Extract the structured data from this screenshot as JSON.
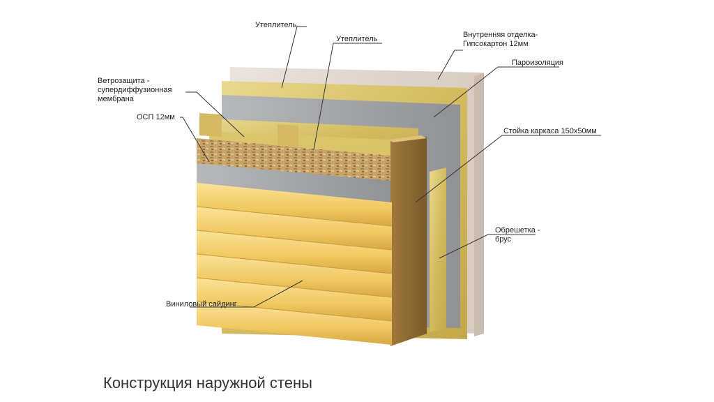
{
  "caption": "Конструкция наружной стены",
  "labels": {
    "insulation_top": "Утеплитель",
    "insulation_mid": "Утеплитель",
    "interior_line1": "Внутренняя отделка-",
    "interior_line2": "Гипсокартон 12мм",
    "vapor": "Пароизоляция",
    "wind_line1": "Ветрозащита -",
    "wind_line2": "супердиффузионная",
    "wind_line3": "мембрана",
    "osb": "ОСП 12мм",
    "stud": "Стойка каркаса 150х50мм",
    "batten_line1": "Обрешетка -",
    "batten_line2": "брус",
    "siding": "Виниловый сайдинг"
  },
  "colors": {
    "drywall": "#e6ddd6",
    "insulation": "#d9c36a",
    "membrane": "#a5a7aa",
    "osb": "#c9a46a",
    "stud": "#cfae5c",
    "siding": "#f2cf6e",
    "leader": "#333333"
  }
}
